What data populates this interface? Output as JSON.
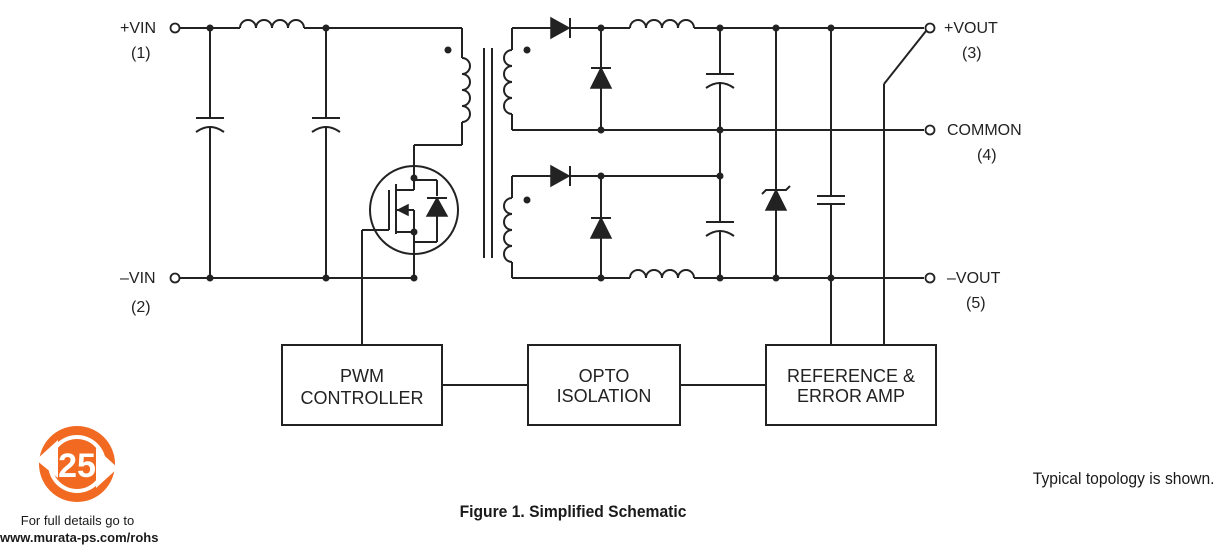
{
  "terminals": {
    "vin_pos": {
      "label": "+VIN",
      "pin": "(1)"
    },
    "vin_neg": {
      "label": "–VIN",
      "pin": "(2)"
    },
    "vout_pos": {
      "label": "+VOUT",
      "pin": "(3)"
    },
    "common": {
      "label": "COMMON",
      "pin": "(4)"
    },
    "vout_neg": {
      "label": "–VOUT",
      "pin": "(5)"
    }
  },
  "blocks": {
    "pwm": [
      "PWM",
      "CONTROLLER"
    ],
    "opto": [
      "OPTO",
      "ISOLATION"
    ],
    "ref": [
      "REFERENCE &",
      "ERROR AMP"
    ]
  },
  "caption": "Figure 1. Simplified Schematic",
  "note": "Typical topology is shown.",
  "rohs": {
    "badge_number": "25",
    "line1": "For full details go to",
    "line2": "www.murata-ps.com/rohs",
    "color": "#f26a21"
  }
}
